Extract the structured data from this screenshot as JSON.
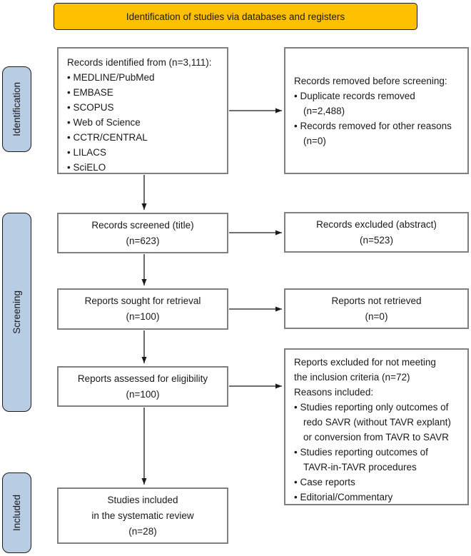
{
  "colors": {
    "banner_bg": "#FFC000",
    "stage_bg": "#B8CCE4",
    "box_border": "#808080",
    "line_color": "#1a1a1a",
    "text_color": "#1a1a1a"
  },
  "banner": {
    "label": "Identification of studies via databases and registers"
  },
  "stages": {
    "identification": "Identification",
    "screening": "Screening",
    "included": "Included"
  },
  "flow": {
    "identified": {
      "title": "Records identified from (n=3,111):",
      "bullets": [
        "MEDLINE/PubMed",
        "EMBASE",
        "SCOPUS",
        "Web of Science",
        "CCTR/CENTRAL",
        "LILACS",
        "SciELO"
      ]
    },
    "removed": {
      "title": "Records removed before screening:",
      "bullets": [
        "Duplicate records removed\n(n=2,488)",
        "Records removed for other reasons\n(n=0)"
      ]
    },
    "screened": {
      "text": "Records screened (title)\n(n=623)"
    },
    "excluded_abstract": {
      "text": "Records excluded (abstract)\n(n=523)"
    },
    "sought": {
      "text": "Reports sought for retrieval\n(n=100)"
    },
    "not_retrieved": {
      "text": "Reports not retrieved\n(n=0)"
    },
    "assessed": {
      "text": "Reports assessed for eligibility\n(n=100)"
    },
    "excluded_criteria": {
      "title": "Reports excluded for not meeting\nthe inclusion criteria (n=72)\nReasons included:",
      "bullets": [
        "Studies reporting only outcomes of\nredo SAVR (without TAVR explant)\nor conversion from TAVR to SAVR",
        "Studies reporting outcomes of\nTAVR-in-TAVR procedures",
        "Case reports",
        "Editorial/Commentary"
      ]
    },
    "included": {
      "text": "Studies included\nin the systematic review\n(n=28)"
    }
  }
}
